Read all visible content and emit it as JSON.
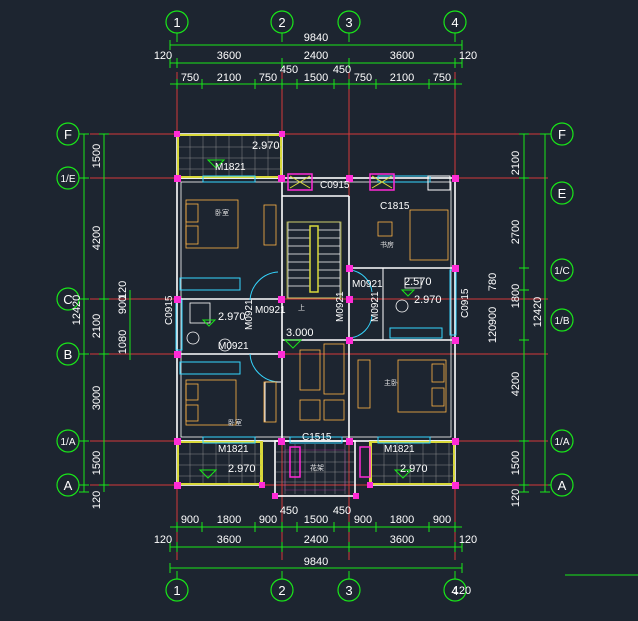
{
  "column_axes": [
    {
      "label": "1"
    },
    {
      "label": "2"
    },
    {
      "label": "3"
    },
    {
      "label": "4"
    }
  ],
  "row_axes_left": [
    {
      "label": "F"
    },
    {
      "label": "1/E"
    },
    {
      "label": "C"
    },
    {
      "label": "B"
    },
    {
      "label": "1/A"
    },
    {
      "label": "A"
    }
  ],
  "row_axes_right": [
    {
      "label": "F"
    },
    {
      "label": "E"
    },
    {
      "label": "1/C"
    },
    {
      "label": "1/B"
    },
    {
      "label": "1/A"
    },
    {
      "label": "A"
    }
  ],
  "top_dims": {
    "total": "9840",
    "row2": [
      "120",
      "3600",
      "2400",
      "3600",
      "120"
    ],
    "row3": [
      "750",
      "2100",
      "750",
      "450",
      "1500",
      "450",
      "750",
      "2100",
      "750"
    ]
  },
  "bottom_dims": {
    "row1": [
      "900",
      "1800",
      "900",
      "450",
      "1500",
      "450",
      "900",
      "1800",
      "900"
    ],
    "row2": [
      "120",
      "3600",
      "2400",
      "3600",
      "120"
    ],
    "total": "9840",
    "corner": "120"
  },
  "left_dims": {
    "outer": [
      "1500",
      "4200",
      "2100",
      "3000",
      "1500",
      "120"
    ],
    "inner": [
      "900",
      "120",
      "1080"
    ],
    "total": "12420"
  },
  "right_dims": {
    "outer": [
      "2100",
      "2700",
      "780",
      "1800",
      "900",
      "120",
      "4200",
      "1500",
      "120"
    ],
    "total": "12420"
  },
  "labels": {
    "elev_top_balcony": "2.970",
    "elev_bath_right": "2.570",
    "elev_bath_right_2": "2.970",
    "elev_bath_left": "2.970",
    "elev_corridor": "3.000",
    "elev_bottom_left": "2.970",
    "elev_bottom_right": "2.970",
    "door_m1821_top": "M1821",
    "window_c0915_top": "C0915",
    "window_c1815": "C1815",
    "door_m0921_1": "M0921",
    "door_m0921_2": "M0921",
    "door_m0921_3": "M0921",
    "door_m0921_4": "M0921",
    "door_m0921_5": "M0921",
    "door_m0921_6": "M0921",
    "window_c0915_left": "C0915",
    "window_c0915_right": "C0915",
    "window_c1515": "C1515",
    "door_m1821_bl": "M1821",
    "door_m1821_br": "M1821",
    "stair_up": "上",
    "room_bedroom_top": "卧室",
    "room_study": "书房",
    "room_master": "主卧",
    "room_bedroom_bottom": "卧室",
    "room_terrace": "花架"
  },
  "colors": {
    "background": "#1d2530",
    "wall": "#ffffff",
    "dimension": "#19e619",
    "axis": "#e63c3c",
    "column": "#ff2bd6",
    "window": "#35d6ff",
    "furniture": "#ffb347",
    "hatch": "#d9d93a"
  }
}
